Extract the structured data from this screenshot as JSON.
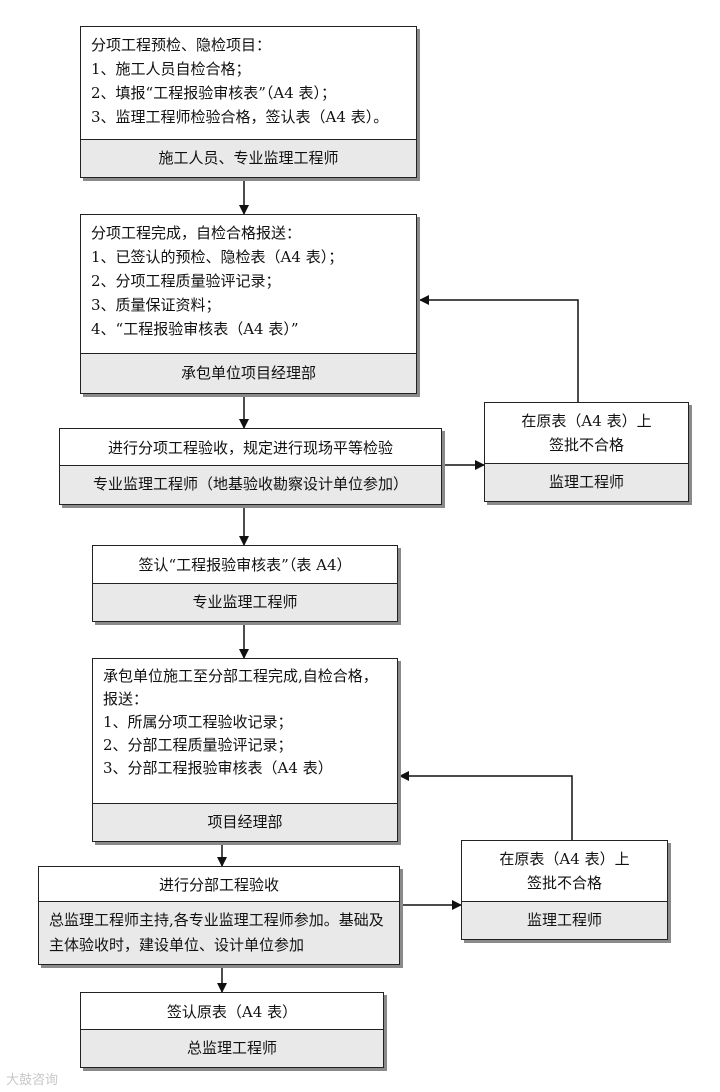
{
  "box1": {
    "lines": [
      "分项工程预检、隐检项目：",
      "1、施工人员自检合格；",
      "2、填报“工程报验审核表”（A4 表）；",
      "3、监理工程师检验合格，签认表（A4 表）。"
    ],
    "footer": "施工人员、专业监理工程师"
  },
  "box2": {
    "lines": [
      "分项工程完成，自检合格报送：",
      "1、已签认的预检、隐检表（A4 表）；",
      "2、分项工程质量验评记录；",
      "3、质量保证资料；",
      "4、“工程报验审核表（A4 表）”"
    ],
    "footer": "承包单位项目经理部"
  },
  "box3": {
    "text": "进行分项工程验收，规定进行现场平等检验",
    "footer": "专业监理工程师（地基验收勘察设计单位参加）"
  },
  "side1": {
    "lines": [
      "在原表（A4 表）上",
      "签批不合格"
    ],
    "footer": "监理工程师"
  },
  "box4": {
    "text": "签认“工程报验审核表”（表 A4）",
    "footer": "专业监理工程师"
  },
  "box5": {
    "lines": [
      "承包单位施工至分部工程完成,自检合格，报送：",
      "1、所属分项工程验收记录；",
      "2、分部工程质量验评记录；",
      "3、分部工程报验审核表（A4 表）"
    ],
    "footer": "项目经理部"
  },
  "box6": {
    "text": "进行分部工程验收",
    "footer": "总监理工程师主持,各专业监理工程师参加。基础及主体验收时，建设单位、设计单位参加"
  },
  "side2": {
    "lines": [
      "在原表（A4 表）上",
      "签批不合格"
    ],
    "footer": "监理工程师"
  },
  "box7": {
    "text": "签认原表（A4 表）",
    "footer": "总监理工程师"
  },
  "watermark": "大鼓咨询"
}
